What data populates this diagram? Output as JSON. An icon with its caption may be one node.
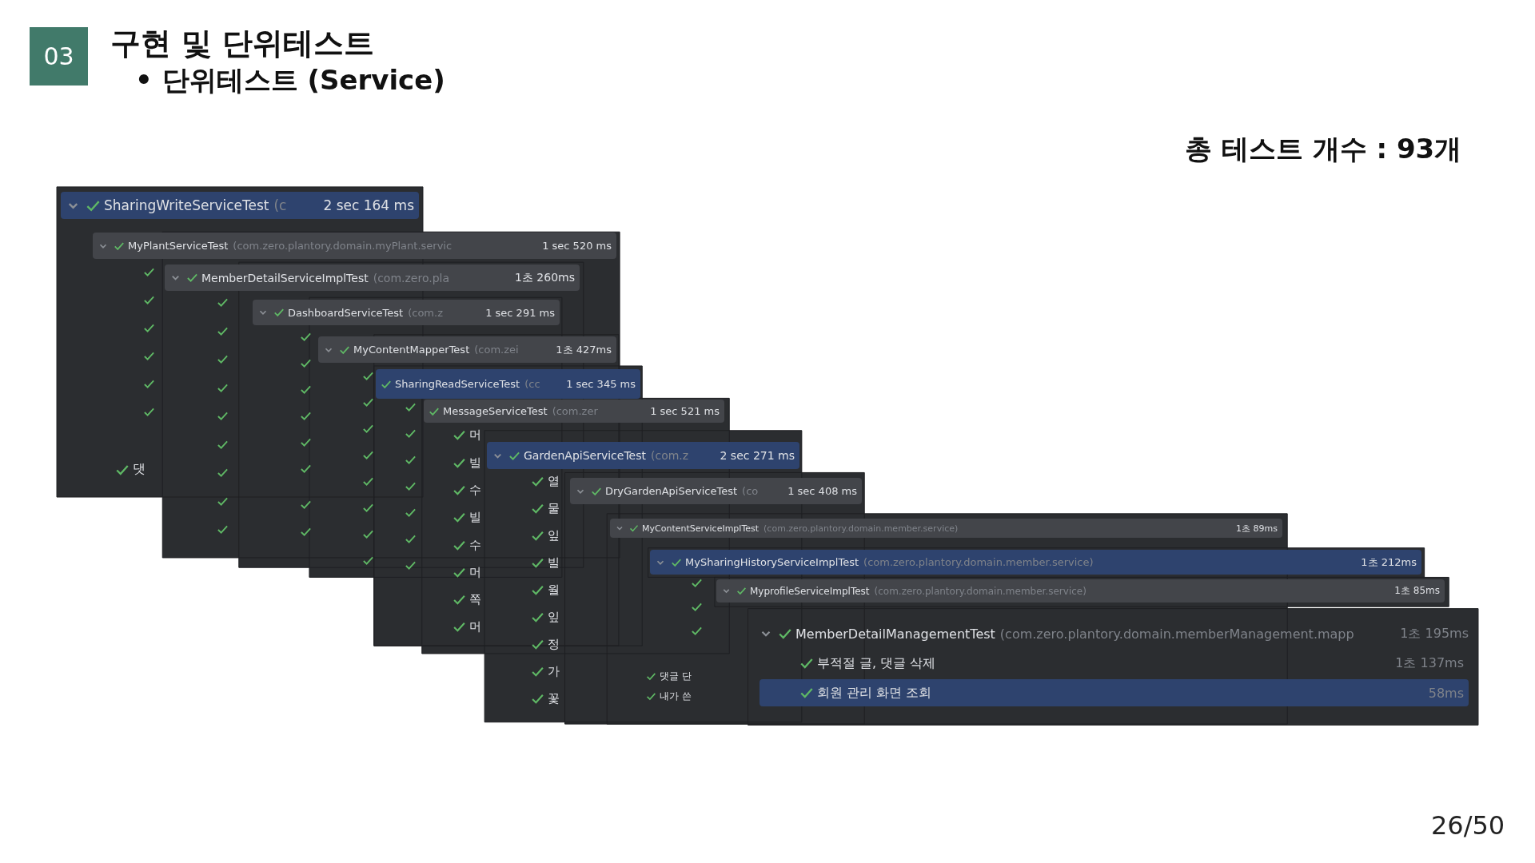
{
  "diagram": {
    "title": "구현 및 단위테스트",
    "nodes": [
      {
        "text": [
          "SharingWriteServiceTest",
          "(c",
          "2 sec 164 ms"
        ]
      },
      {
        "text": [
          "MyPlantServiceTest",
          "(com.zero.plantory.domain.myPlant.servic",
          "1 sec 520 ms"
        ]
      },
      {
        "text": [
          "MemberDetailServiceImplTest",
          "(com.zero.pla",
          "1초 260ms"
        ]
      },
      {
        "text": [
          "DashboardServiceTest",
          "(com.z",
          "1 sec 291 ms"
        ]
      },
      {
        "text": [
          "MyContentMapperTest",
          "(com.zei",
          "1초 427ms"
        ]
      },
      {
        "text": [
          "SharingReadServiceTest",
          "(cc",
          "1 sec 345 ms"
        ]
      },
      {
        "text": [
          "MessageServiceTest",
          "(com.zer",
          "1 sec 521 ms"
        ]
      },
      {
        "text": [
          "GardenApiServiceTest",
          "(com.z",
          "2 sec 271 ms"
        ]
      },
      {
        "text": [
          "DryGardenApiServiceTest",
          "(co",
          "1 sec 408 ms"
        ]
      },
      {
        "text": [
          "MyContentServiceImplTest",
          "(com.zero.plantory.domain.member.service)",
          "1초 89ms"
        ]
      },
      {
        "text": [
          "MySharingHistoryServiceImplTest",
          "(com.zero.plantory.domain.member.service)",
          "1초 212ms"
        ]
      },
      {
        "text": [
          "MyprofileServiceImplTest",
          "(com.zero.plantory.domain.member.service)",
          "1초 85ms"
        ]
      },
      {
        "text": [
          "MemberDetailManagementTest",
          "(com.zero.plantory.domain.memberManagement.mapp",
          "1초 195ms"
        ]
      },
      {
        "text": [
          "댓"
        ]
      },
      {
        "text": [
          "머"
        ]
      },
      {
        "text": [
          "빌"
        ]
      },
      {
        "text": [
          "수"
        ]
      },
      {
        "text": [
          "빌"
        ]
      },
      {
        "text": [
          "수"
        ]
      },
      {
        "text": [
          "머"
        ]
      },
      {
        "text": [
          "쪽"
        ]
      },
      {
        "text": [
          "머"
        ]
      },
      {
        "text": [
          "열"
        ]
      },
      {
        "text": [
          "물"
        ]
      },
      {
        "text": [
          "잎"
        ]
      },
      {
        "text": [
          "빌"
        ]
      },
      {
        "text": [
          "월"
        ]
      },
      {
        "text": [
          "잎"
        ]
      },
      {
        "text": [
          "정"
        ]
      },
      {
        "text": [
          "가"
        ]
      },
      {
        "text": [
          "꽃"
        ]
      },
      {
        "text": [
          "댓글 단"
        ]
      },
      {
        "text": [
          "내가 쓴"
        ]
      },
      {
        "text": [
          "부적절 글, 댓글 삭제",
          "1초 137ms"
        ]
      },
      {
        "text": [
          "회원 관리 화면 조회",
          "58ms"
        ]
      }
    ],
    "labels": [
      "03",
      "• 단위테스트 (Service)",
      "총 테스트 개수 : 93개",
      "26/50"
    ]
  }
}
